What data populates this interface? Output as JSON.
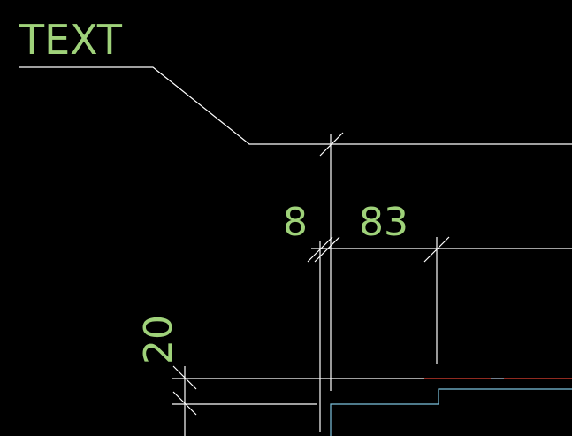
{
  "drawing": {
    "leader_text": "TEXT",
    "dimensions": {
      "horizontal_left": "8",
      "horizontal_right": "83",
      "vertical": "20"
    }
  },
  "colors": {
    "background": "#000000",
    "geometry_line": "#ffffff",
    "dimension_text": "#9fd27a",
    "blue_line": "#7ec3de",
    "red_line": "#c0392b"
  }
}
